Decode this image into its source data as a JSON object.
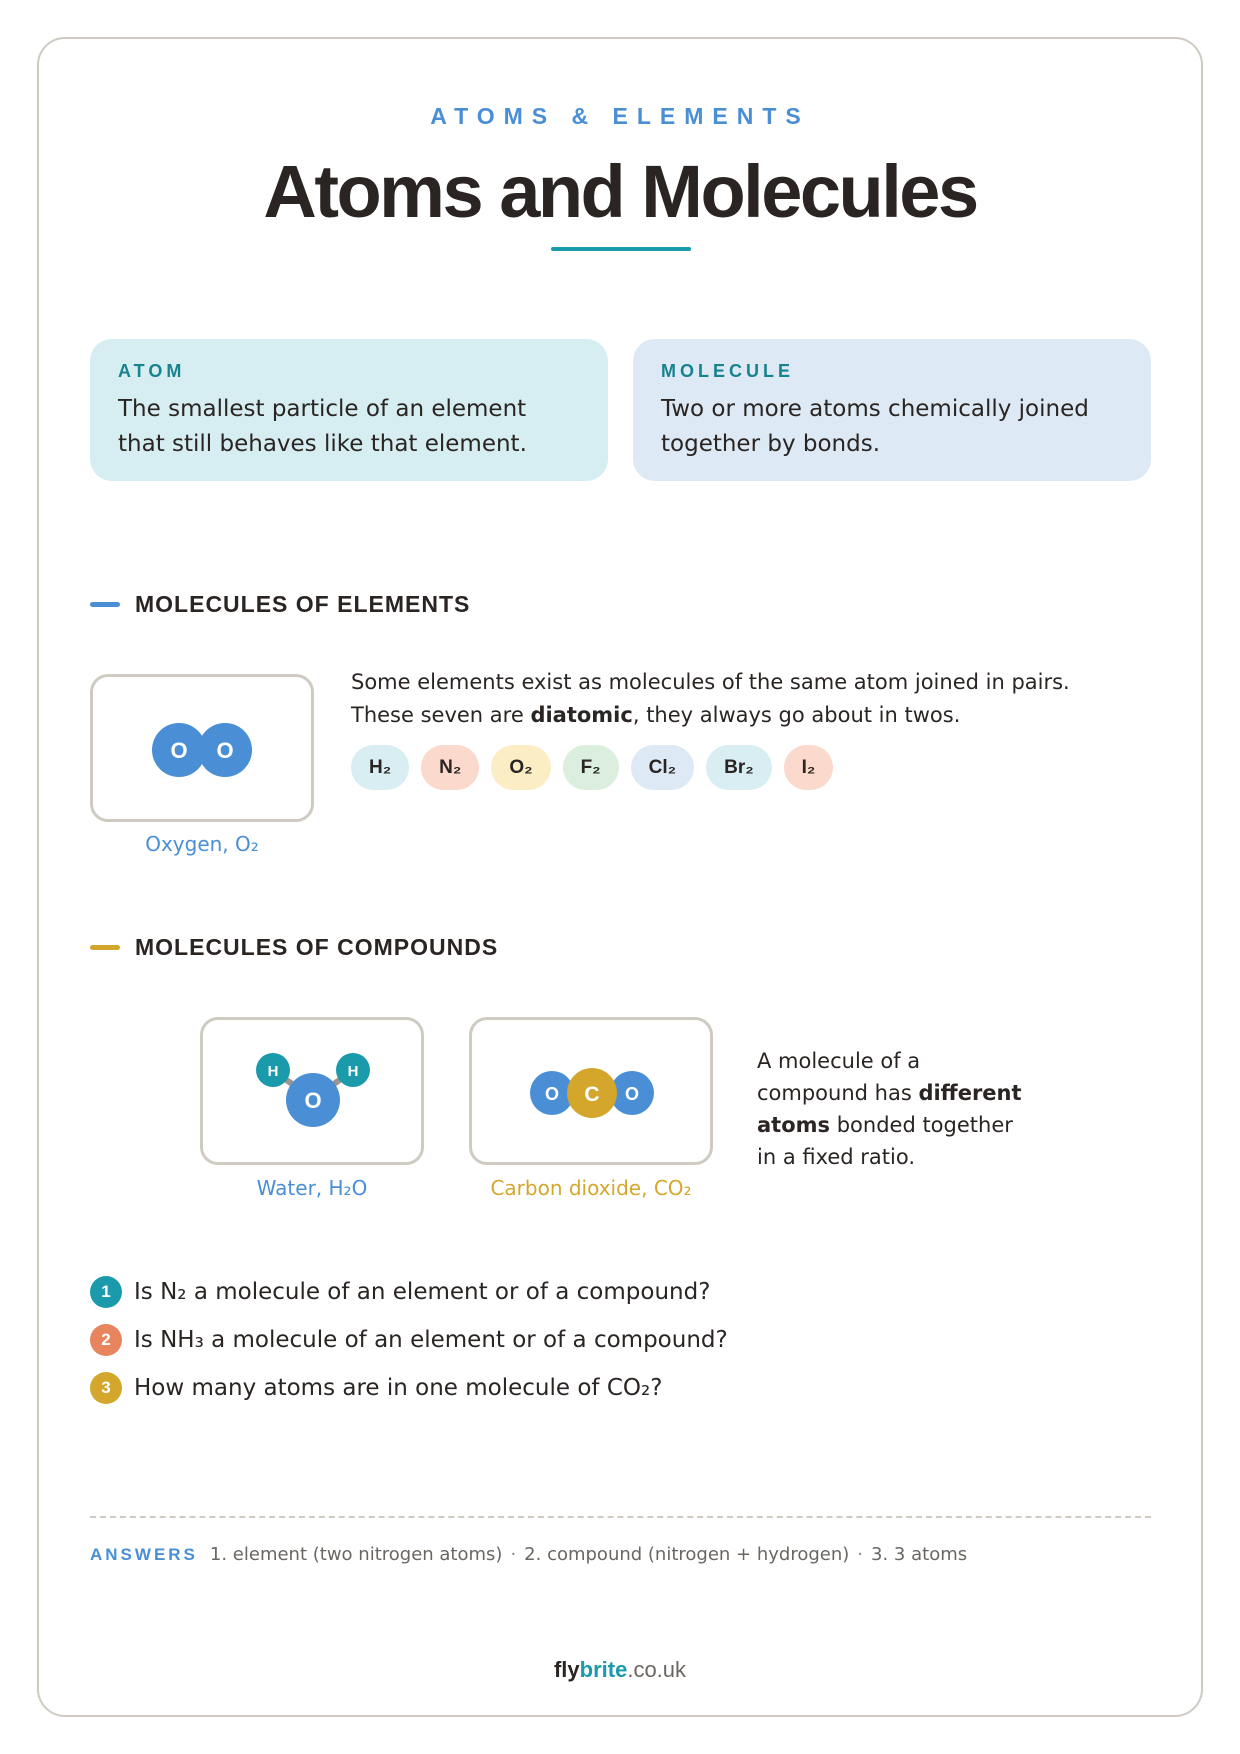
{
  "header": {
    "eyebrow": "ATOMS & ELEMENTS",
    "title": "Atoms and Molecules"
  },
  "definitions": [
    {
      "label": "ATOM",
      "text": "The smallest particle of an element that still behaves like that element."
    },
    {
      "label": "MOLECULE",
      "text": "Two or more atoms chemically joined together by bonds."
    }
  ],
  "elements_section": {
    "heading": "MOLECULES OF ELEMENTS",
    "accent": "#4a8fd6",
    "diagram": {
      "atom_labels": [
        "O",
        "O"
      ],
      "caption": "Oxygen, O₂"
    },
    "paragraph": {
      "line1": "Some elements exist as molecules of the same atom joined in pairs.",
      "line2_before": "These seven are ",
      "line2_bold": "diatomic",
      "line2_after": ", they always go about in twos."
    },
    "chips": [
      {
        "label": "H₂",
        "color": "#d8eef3"
      },
      {
        "label": "N₂",
        "color": "#fbd9cc"
      },
      {
        "label": "O₂",
        "color": "#fbedc4"
      },
      {
        "label": "F₂",
        "color": "#dcefdf"
      },
      {
        "label": "Cl₂",
        "color": "#dde9f4"
      },
      {
        "label": "Br₂",
        "color": "#d8eef3"
      },
      {
        "label": "I₂",
        "color": "#fbd9cc"
      }
    ]
  },
  "compounds_section": {
    "heading": "MOLECULES OF COMPOUNDS",
    "accent": "#d4a72c",
    "water": {
      "atom_labels": [
        "H",
        "O",
        "H"
      ],
      "caption": "Water, H₂O"
    },
    "co2": {
      "atom_labels": [
        "O",
        "C",
        "O"
      ],
      "caption": "Carbon dioxide, CO₂"
    },
    "paragraph": {
      "l1": "A molecule of a",
      "l2_before": "compound has ",
      "l2_bold": "different",
      "l3_bold": "atoms",
      "l3_after": " bonded together",
      "l4": "in a fixed ratio."
    }
  },
  "colors": {
    "oxygen_atom": "#4a8fd6",
    "hydrogen_atom": "#1a9aab",
    "carbon_atom": "#d4a72c"
  },
  "questions": [
    {
      "num": "1",
      "text": "Is N₂ a molecule of an element or of a compound?",
      "color": "#1a9aab"
    },
    {
      "num": "2",
      "text": "Is NH₃ a molecule of an element or of a compound?",
      "color": "#e8845e"
    },
    {
      "num": "3",
      "text": "How many atoms are in one molecule of CO₂?",
      "color": "#d4a72c"
    }
  ],
  "answers": {
    "label": "ANSWERS",
    "a1": "1. element (two nitrogen atoms)",
    "a2": "2. compound (nitrogen + hydrogen)",
    "a3": "3. 3 atoms",
    "separator": "·"
  },
  "brand": {
    "fly": "fly",
    "brite": "brite",
    "domain": ".co.uk"
  }
}
